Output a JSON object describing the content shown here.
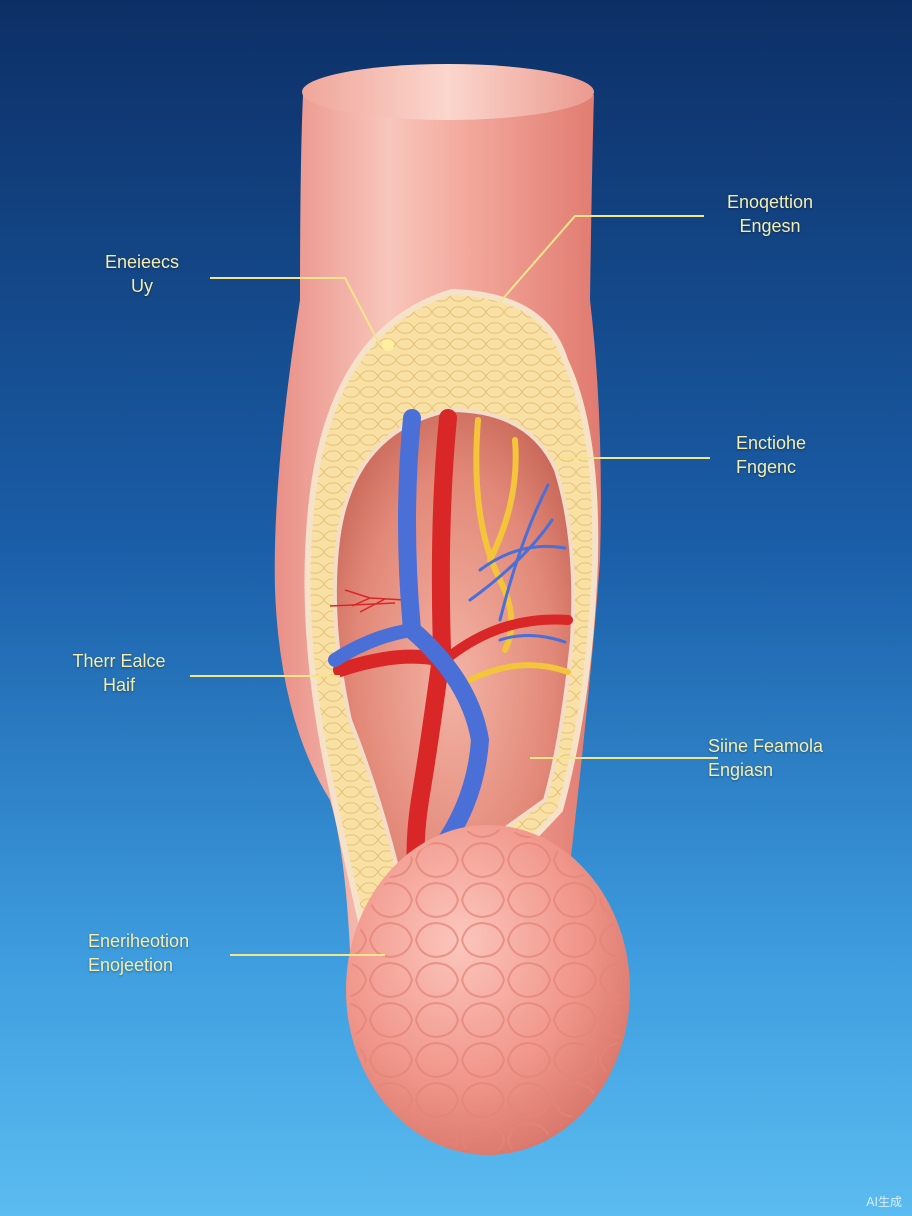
{
  "colors": {
    "callout_line": "#f2e58c",
    "label_text": "#f3eeb0",
    "tissue": "#f2a89c",
    "fat_layer": "#f7dc96",
    "artery": "#d92626",
    "vein": "#4a6fd6",
    "nerve": "#f4c43a"
  },
  "labels": {
    "top_right": {
      "line1": "Enoqettion",
      "line2": "Engesn"
    },
    "upper_left": {
      "line1": "Eneieecs",
      "line2": "Uy"
    },
    "mid_right": {
      "line1": "Enctiohe",
      "line2": "Fngenc"
    },
    "mid_left": {
      "line1": "Therr Ealce",
      "line2": "Haif"
    },
    "lower_right": {
      "line1": "Siine Feamola",
      "line2": "Engiasn"
    },
    "bottom_left": {
      "line1": "Eneriheotion",
      "line2": "Enojeetion"
    }
  },
  "watermark": "AI生成"
}
